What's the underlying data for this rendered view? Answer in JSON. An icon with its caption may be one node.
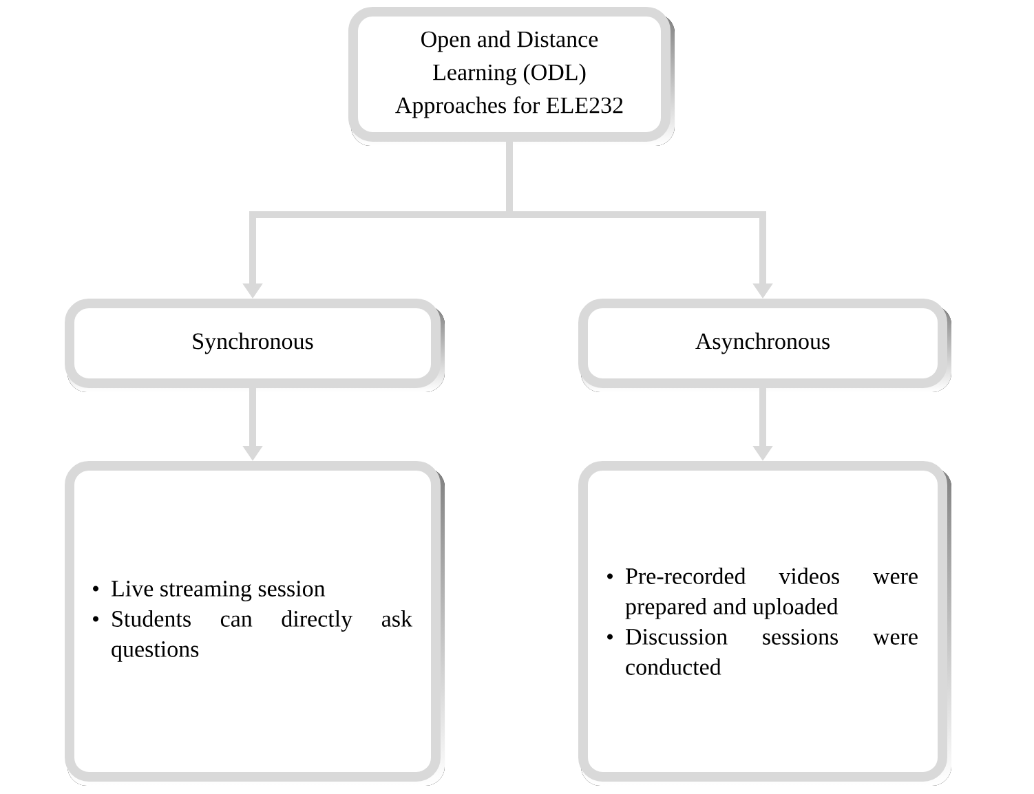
{
  "diagram": {
    "nodes": [
      {
        "text": [
          "Open and Distance Learning (ODL) Approaches for ELE232"
        ]
      },
      {
        "text": [
          "Synchronous"
        ]
      },
      {
        "text": [
          "Asynchronous"
        ]
      },
      {
        "text": [
          "Live streaming session",
          "Students can directly ask questions"
        ]
      },
      {
        "text": [
          "Pre-recorded videos were prepared and uploaded",
          "Discussion sessions were conducted"
        ]
      }
    ],
    "edges": [
      {
        "from": 0,
        "to": 1,
        "arrow": "to"
      },
      {
        "from": 0,
        "to": 2,
        "arrow": "to"
      },
      {
        "from": 1,
        "to": 3,
        "arrow": "to"
      },
      {
        "from": 2,
        "to": 4,
        "arrow": "to"
      }
    ]
  }
}
